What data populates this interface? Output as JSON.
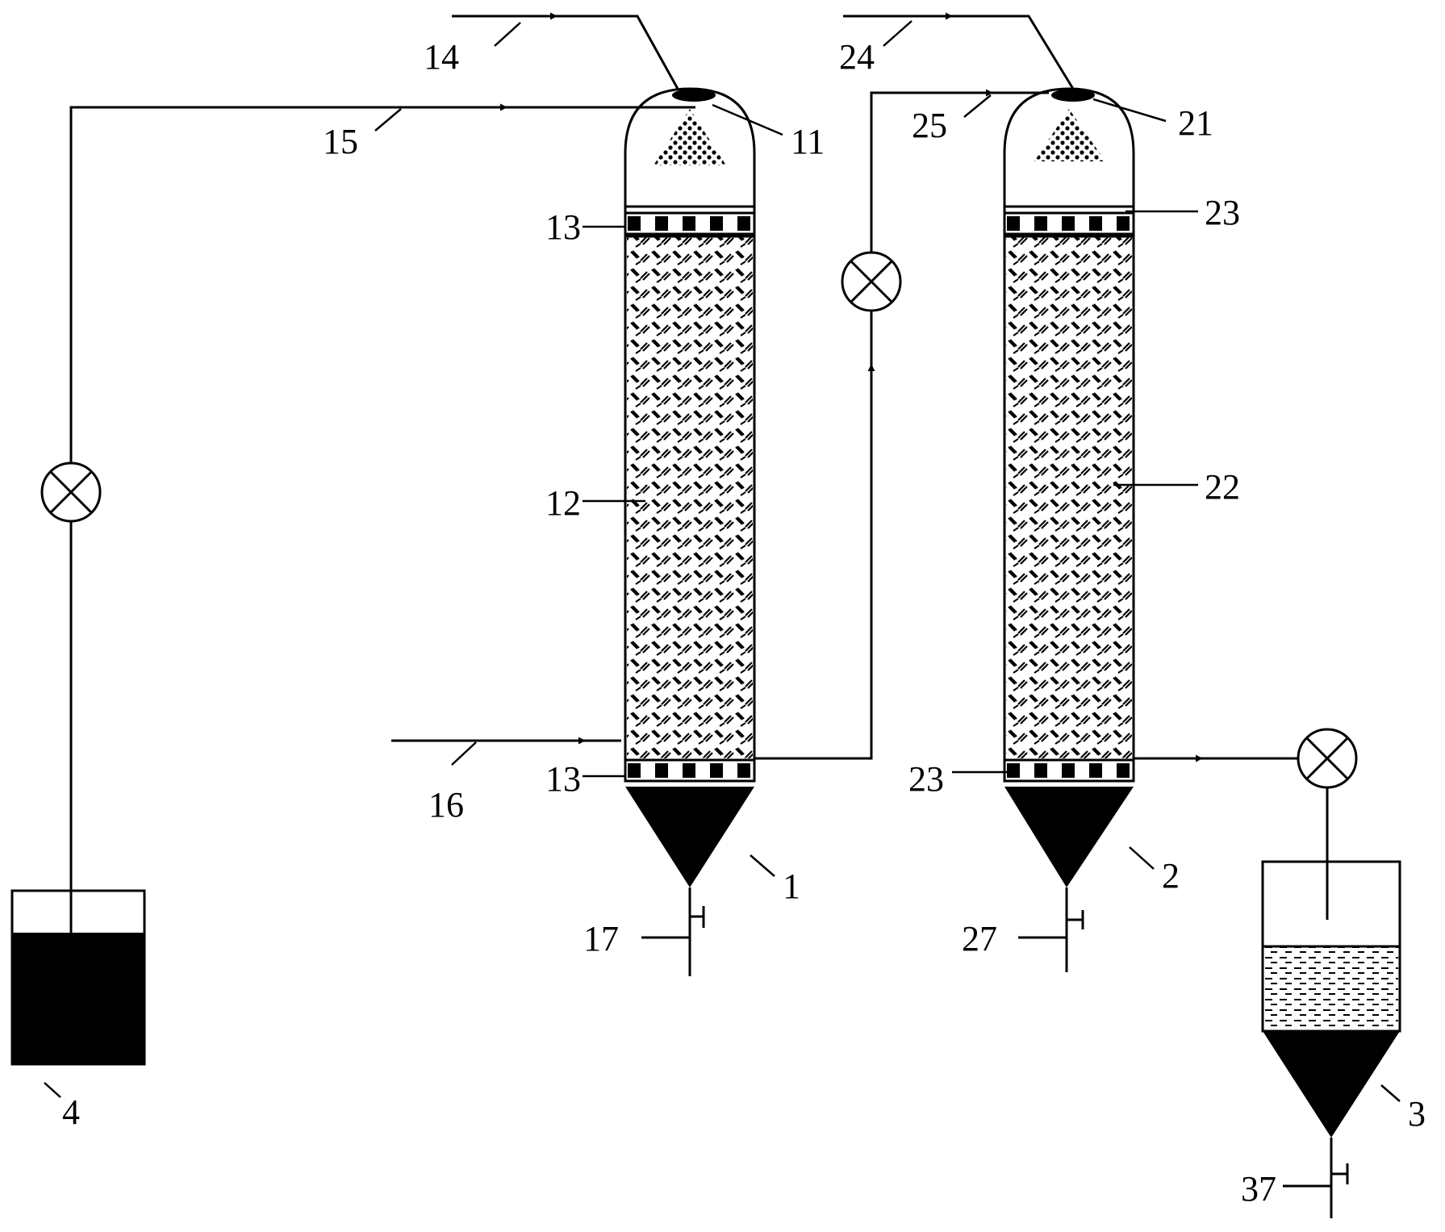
{
  "colors": {
    "ink": "#000000",
    "paper": "#ffffff"
  },
  "icons": {
    "pump": "pump-x-circle-icon",
    "valve": "valve-icon",
    "arrow": "flow-arrow-icon"
  },
  "labels": {
    "l1": "1",
    "l2": "2",
    "l3": "3",
    "l4": "4",
    "l11": "11",
    "l12": "12",
    "l13a": "13",
    "l13b": "13",
    "l14": "14",
    "l15": "15",
    "l16": "16",
    "l17": "17",
    "l21": "21",
    "l22": "22",
    "l23a": "23",
    "l23b": "23",
    "l24": "24",
    "l25": "25",
    "l27": "27",
    "l37": "37"
  }
}
